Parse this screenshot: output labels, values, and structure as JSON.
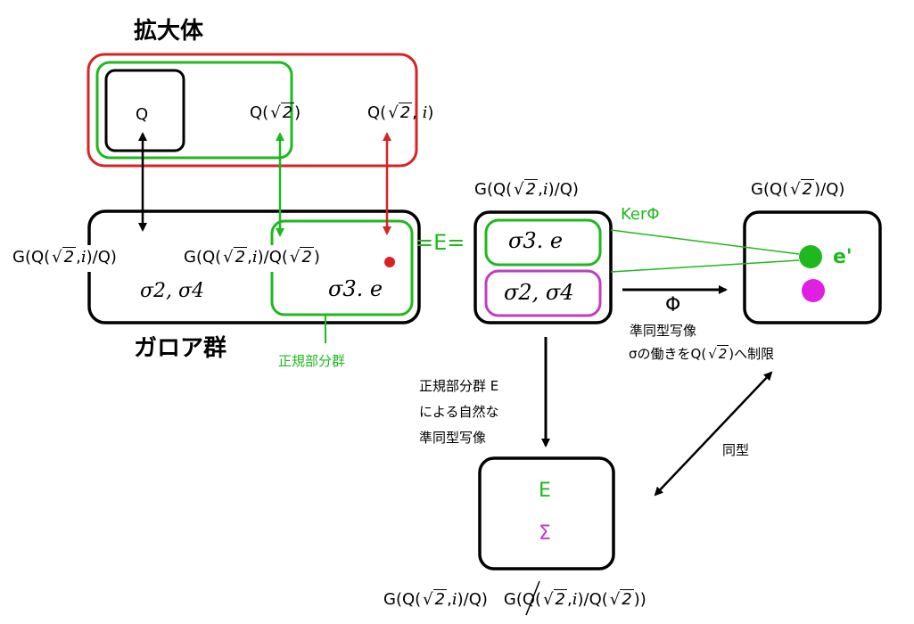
{
  "title_extension": "拡大体",
  "title_galois": "ガロア群",
  "fields": {
    "q": "Q",
    "q_sqrt2": {
      "prefix": "Q(",
      "radical": "√",
      "radicand": "2",
      "suffix": ")"
    },
    "q_sqrt2_i": {
      "prefix": "Q(",
      "radical": "√",
      "radicand": "2",
      "mid": ", ",
      "i": "i",
      "suffix": ")"
    }
  },
  "galois": {
    "full_group": {
      "prefix": "G(Q(",
      "radicand": "2",
      "mid": ",",
      "i": "i",
      "suffix": ")/Q)"
    },
    "normal_group": {
      "prefix": "G(Q(",
      "radicand": "2",
      "mid": ",",
      "i": "i",
      "mid2": ")/Q(",
      "radicand2": "2",
      "suffix": ")"
    },
    "sigmas_left": "σ2, σ4",
    "sigma3_left": "σ3. e",
    "normal_subgroup_label": "正規部分群"
  },
  "middle": {
    "equals_e": "=E=",
    "group_title": {
      "prefix": "G(Q(",
      "radicand": "2",
      "mid": ",",
      "i": "i",
      "suffix": ")/Q)"
    },
    "coset_e": "σ3. e",
    "coset_sigma": "σ2, σ4",
    "ker_label": "KerΦ",
    "phi_label": "Φ",
    "phi_desc_1": "準同型写像",
    "phi_desc_2_pre": "σの働きを",
    "phi_desc_2_q": "Q(",
    "phi_desc_2_rad": "2",
    "phi_desc_2_post": ")へ制限"
  },
  "right": {
    "group_title": {
      "prefix": "G(Q(",
      "radicand": "2",
      "suffix": ")/Q)"
    },
    "e_prime": "e'"
  },
  "bottom": {
    "natural_map_1": "正規部分群 E",
    "natural_map_2": "による自然な",
    "natural_map_3": "準同型写像",
    "isomorphic": "同型",
    "quotient_e": "E",
    "quotient_sigma": "Σ",
    "quotient_caption": {
      "num_prefix": "G(Q(",
      "num_rad": "2",
      "num_mid": ",",
      "num_i": "i",
      "num_suffix": ")/Q)",
      "slash": "/",
      "den_prefix": "G(Q(",
      "den_rad": "2",
      "den_mid": ",",
      "den_i": "i",
      "den_mid2": ")/Q(",
      "den_rad2": "2",
      "den_suffix": "))"
    }
  },
  "colors": {
    "red": "#d62424",
    "green": "#1fb81f",
    "magenta": "#e020e0",
    "purple": "#c23cc2",
    "black": "#000000"
  }
}
